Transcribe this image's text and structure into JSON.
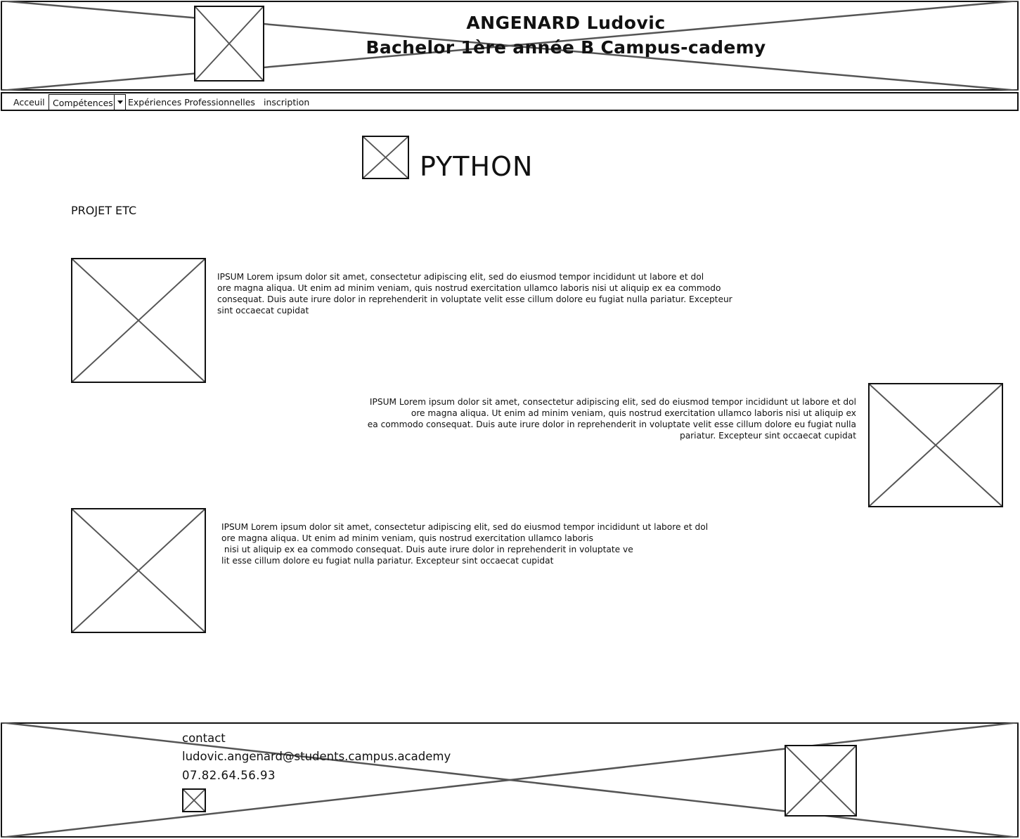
{
  "header": {
    "title": "ANGENARD Ludovic",
    "subtitle": "Bachelor 1ère année B Campus-cademy"
  },
  "nav": {
    "items": [
      "Acceuil",
      "Compétences",
      "Expériences Professionnelles",
      "inscription"
    ]
  },
  "main": {
    "heading": "PYTHON",
    "section_label": "PROJET ETC",
    "projects": [
      {
        "lines": [
          "IPSUM Lorem ipsum dolor sit amet, consectetur adipiscing elit, sed do eiusmod tempor incididunt ut labore et dol",
          "ore magna aliqua. Ut enim ad minim veniam, quis nostrud exercitation ullamco laboris nisi ut aliquip ex ea commodo",
          "consequat. Duis aute irure dolor in reprehenderit in voluptate velit esse cillum dolore eu fugiat nulla pariatur. Excepteur",
          "sint occaecat cupidat"
        ]
      },
      {
        "lines": [
          "IPSUM Lorem ipsum dolor sit amet, consectetur adipiscing elit, sed do eiusmod tempor incididunt ut labore et dol",
          "ore magna aliqua. Ut enim ad minim veniam, quis nostrud exercitation ullamco laboris nisi ut aliquip ex",
          "ea commodo consequat. Duis aute irure dolor in reprehenderit in voluptate velit esse cillum dolore eu fugiat nulla",
          "pariatur. Excepteur sint occaecat cupidat"
        ]
      },
      {
        "lines": [
          "IPSUM Lorem ipsum dolor sit amet, consectetur adipiscing elit, sed do eiusmod tempor incididunt ut labore et dol",
          "ore magna aliqua. Ut enim ad minim veniam, quis nostrud exercitation ullamco laboris",
          " nisi ut aliquip ex ea commodo consequat. Duis aute irure dolor in reprehenderit in voluptate ve",
          "lit esse cillum dolore eu fugiat nulla pariatur. Excepteur sint occaecat cupidat"
        ]
      }
    ]
  },
  "footer": {
    "contact_label": "contact",
    "email": "ludovic.angenard@students.campus.academy",
    "phone": "07.82.64.56.93"
  }
}
